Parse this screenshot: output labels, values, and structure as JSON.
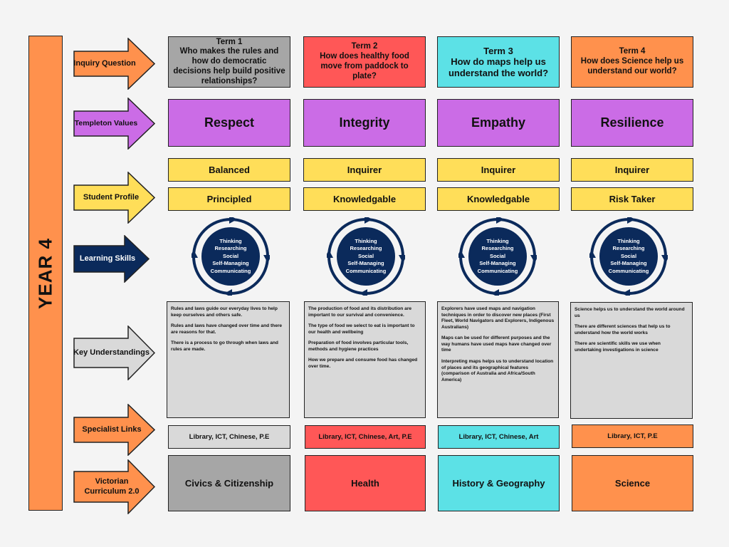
{
  "year_label": "YEAR 4",
  "row_labels": {
    "inquiry": "Inquiry Question",
    "values": "Templeton Values",
    "profile": "Student Profile",
    "skills": "Learning Skills",
    "understandings": "Key Understandings",
    "specialist": "Specialist Links",
    "curriculum": "Victorian Curriculum 2.0"
  },
  "learning_skills": [
    "Thinking",
    "Researching",
    "Social",
    "Self-Managing",
    "Communicating"
  ],
  "colors": {
    "orange": "#ff914d",
    "purple": "#cb6ce6",
    "yellow": "#ffde59",
    "navy": "#0b2a5b",
    "grey": "#a6a6a6",
    "red": "#ff5757",
    "cyan": "#5ce1e6",
    "light_grey": "#d9d9d9"
  },
  "terms": [
    {
      "term": "Term 1",
      "question": "Who makes the rules and how do democratic decisions help build positive relationships?",
      "value": "Respect",
      "profile": [
        "Balanced",
        "Principled"
      ],
      "understandings": [
        "Rules and laws guide our everyday lives to help keep ourselves and others safe.",
        "Rules and laws have changed over time and there are reasons for that.",
        "There is a process to go through when laws and rules are made."
      ],
      "specialist": "Library, ICT, Chinese, P.E",
      "curriculum": "Civics & Citizenship",
      "color": "#a6a6a6"
    },
    {
      "term": "Term 2",
      "question": "How does healthy food move from paddock to plate?",
      "value": "Integrity",
      "profile": [
        "Inquirer",
        "Knowledgable"
      ],
      "understandings": [
        "The production of food and its distribution are important to our survival and convenience.",
        "The type of food we select to eat is important to our health and wellbeing",
        "Preparation of food involves particular tools, methods and hygiene practices",
        "How we prepare and consume food has changed over time."
      ],
      "specialist": "Library, ICT, Chinese, Art, P.E",
      "curriculum": "Health",
      "color": "#ff5757"
    },
    {
      "term": "Term 3",
      "question": "How do maps help us understand the world?",
      "value": "Empathy",
      "profile": [
        "Inquirer",
        "Knowledgable"
      ],
      "understandings": [
        "Explorers have used maps and navigation techniques in order to discover new places (First Fleet, World Navigators and Explorers, Indigenous Australians)",
        "Maps can be used for different purposes and the way humans have used maps have changed over time",
        "Interpreting maps helps us to understand location of places and its geographical features (comparison of Australia and Africa/South America)"
      ],
      "specialist": "Library, ICT, Chinese, Art",
      "curriculum": "History & Geography",
      "color": "#5ce1e6"
    },
    {
      "term": "Term 4",
      "question": "How does Science help us understand our world?",
      "value": "Resilience",
      "profile": [
        "Inquirer",
        "Risk Taker"
      ],
      "understandings": [
        "Science helps us to understand the world around us",
        "There are different sciences that help us to understand how the world works",
        "There are scientific skills we use when undertaking investigations in science"
      ],
      "specialist": "Library, ICT, P.E",
      "curriculum": "Science",
      "color": "#ff914d"
    }
  ]
}
